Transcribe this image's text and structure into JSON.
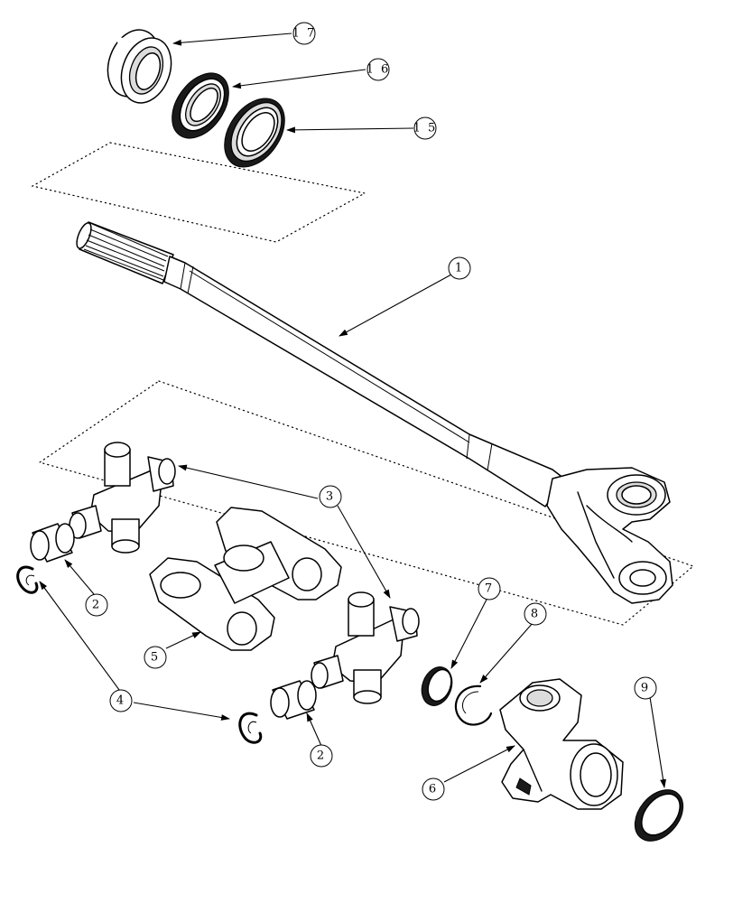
{
  "diagram": {
    "colors": {
      "line": "#000000",
      "background": "#ffffff",
      "shade": "#dcdcdc"
    },
    "callouts": [
      {
        "id": "c17",
        "label": "1 7"
      },
      {
        "id": "c16",
        "label": "1 6"
      },
      {
        "id": "c15",
        "label": "1 5"
      },
      {
        "id": "c1",
        "label": "1"
      },
      {
        "id": "c3",
        "label": "3"
      },
      {
        "id": "c2a",
        "label": "2"
      },
      {
        "id": "c2b",
        "label": "2"
      },
      {
        "id": "c4",
        "label": "4"
      },
      {
        "id": "c5",
        "label": "5"
      },
      {
        "id": "c6",
        "label": "6"
      },
      {
        "id": "c7",
        "label": "7"
      },
      {
        "id": "c8",
        "label": "8"
      },
      {
        "id": "c9",
        "label": "9"
      }
    ]
  }
}
